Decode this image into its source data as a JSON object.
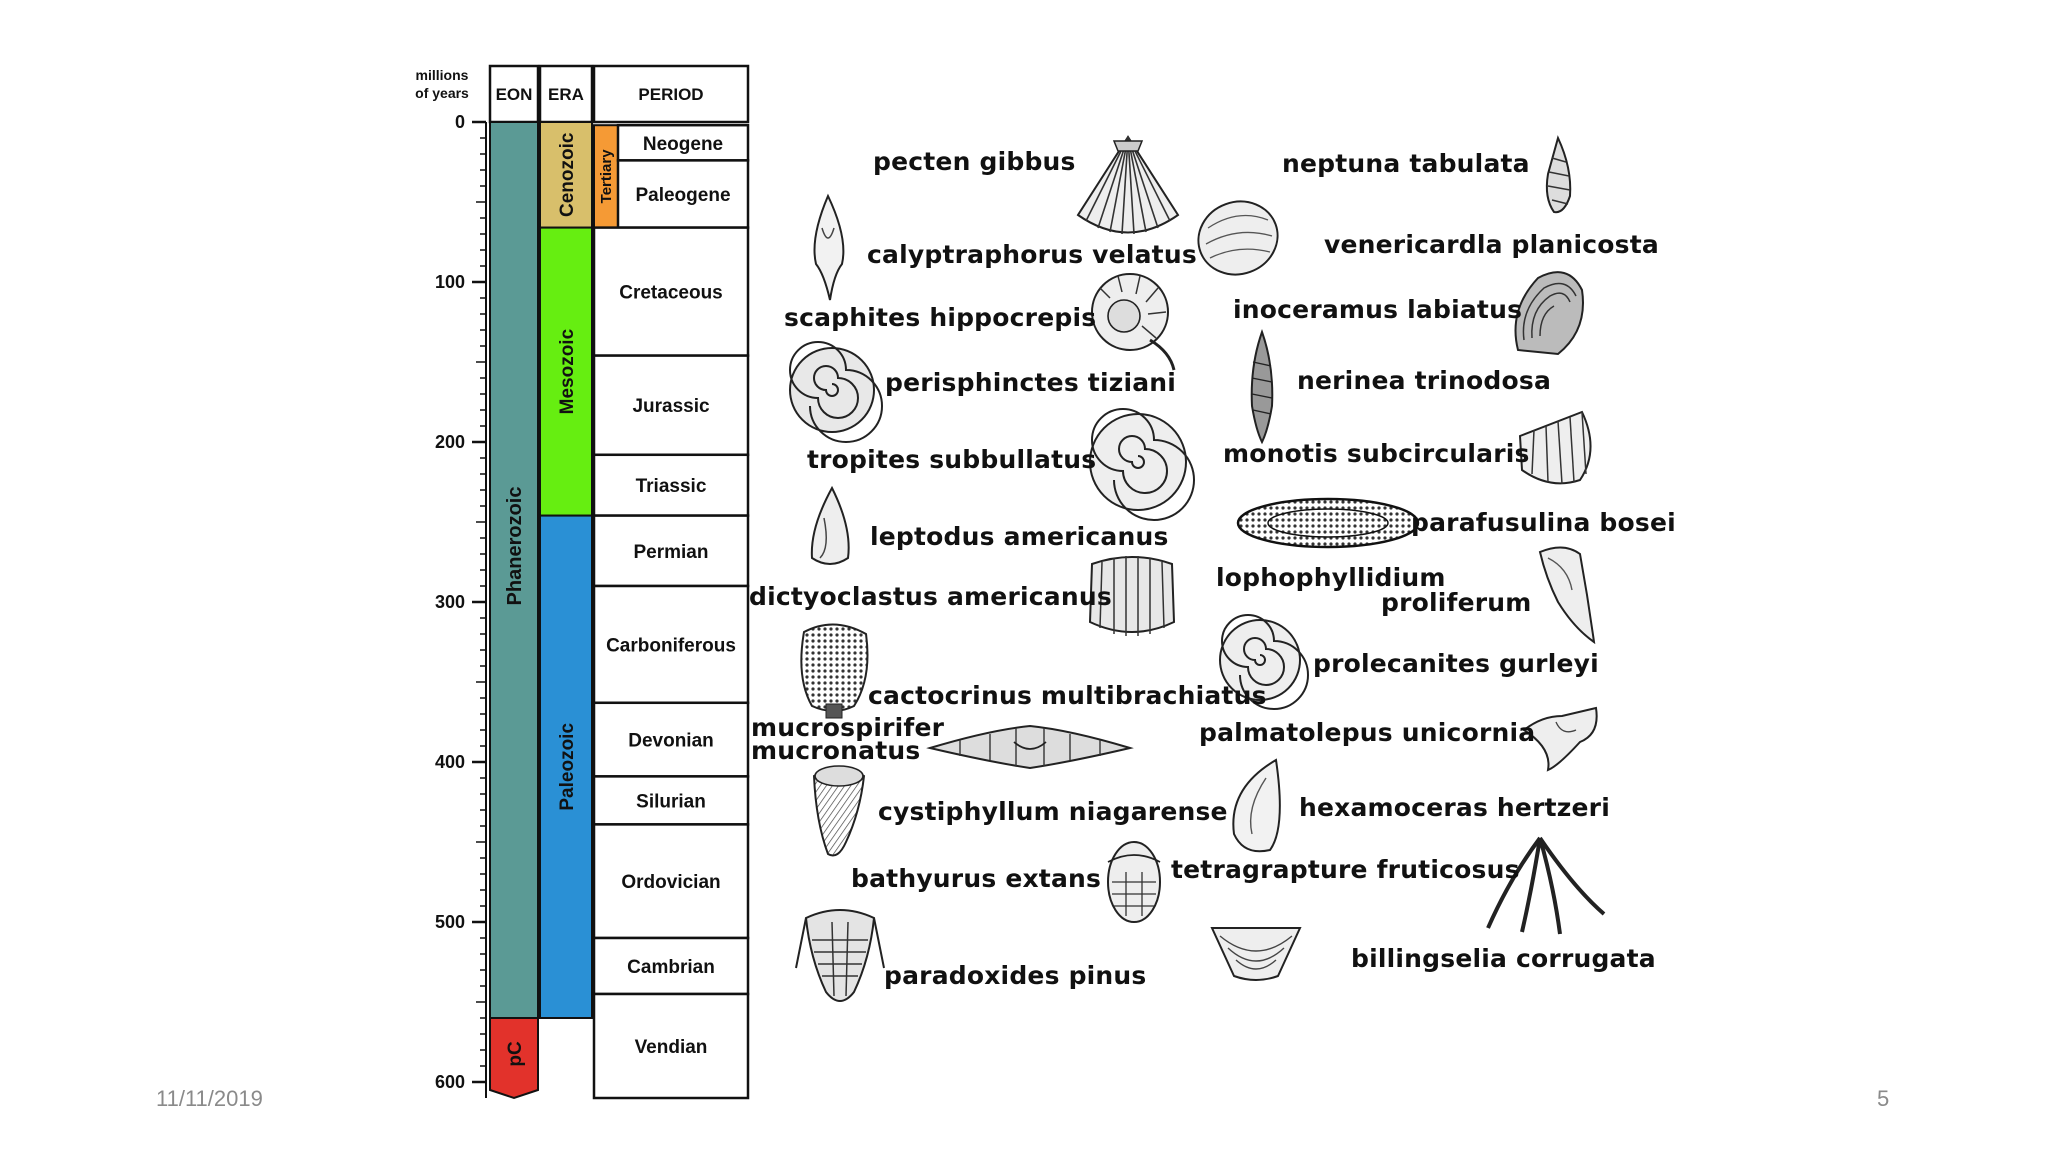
{
  "slide": {
    "date": "11/11/2019",
    "page_number": "5"
  },
  "timescale": {
    "header": {
      "years": [
        "millions",
        "of years"
      ],
      "eon": "EON",
      "era": "ERA",
      "period": "PERIOD"
    },
    "ticks": [
      {
        "value": 0,
        "label": "0"
      },
      {
        "value": 100,
        "label": "100"
      },
      {
        "value": 200,
        "label": "200"
      },
      {
        "value": 300,
        "label": "300"
      },
      {
        "value": 400,
        "label": "400"
      },
      {
        "value": 500,
        "label": "500"
      },
      {
        "value": 600,
        "label": "600"
      }
    ],
    "eons": [
      {
        "name": "Phanerozoic",
        "start": 0,
        "end": 560,
        "color": "#5b9a95"
      },
      {
        "name": "pC",
        "start": 560,
        "end": 605,
        "color": "#e2322b"
      }
    ],
    "eras": [
      {
        "name": "Cenozoic",
        "start": 0,
        "end": 66,
        "color": "#d8bf6b"
      },
      {
        "name": "Mesozoic",
        "start": 66,
        "end": 246,
        "color": "#66ee11"
      },
      {
        "name": "Paleozoic",
        "start": 246,
        "end": 560,
        "color": "#2a90d5"
      }
    ],
    "subperiod": {
      "name": "Tertiary",
      "start": 2,
      "end": 66,
      "color": "#f59a35"
    },
    "periods": [
      {
        "name": "Neogene",
        "start": 2,
        "end": 24
      },
      {
        "name": "Paleogene",
        "start": 24,
        "end": 66
      },
      {
        "name": "Cretaceous",
        "start": 66,
        "end": 146
      },
      {
        "name": "Jurassic",
        "start": 146,
        "end": 208
      },
      {
        "name": "Triassic",
        "start": 208,
        "end": 246
      },
      {
        "name": "Permian",
        "start": 246,
        "end": 290
      },
      {
        "name": "Carboniferous",
        "start": 290,
        "end": 363
      },
      {
        "name": "Devonian",
        "start": 363,
        "end": 409
      },
      {
        "name": "Silurian",
        "start": 409,
        "end": 439
      },
      {
        "name": "Ordovician",
        "start": 439,
        "end": 510
      },
      {
        "name": "Cambrian",
        "start": 510,
        "end": 545
      },
      {
        "name": "Vendian",
        "start": 545,
        "end": 610
      }
    ]
  },
  "fossils": [
    {
      "id": "pecten",
      "name": "pecten gibbus",
      "icon": "scallop-shell"
    },
    {
      "id": "neptuna",
      "name": "neptuna tabulata",
      "icon": "spiral-snail-shell"
    },
    {
      "id": "calyptraphorus",
      "name": "calyptraphorus velatus",
      "icon": "spindle-shell"
    },
    {
      "id": "venericardia",
      "name": "venericardla planicosta",
      "icon": "clam-shell"
    },
    {
      "id": "scaphites",
      "name": "scaphites hippocrepis",
      "icon": "hooked-ammonite"
    },
    {
      "id": "inoceramus",
      "name": "inoceramus labiatus",
      "icon": "oyster-shell"
    },
    {
      "id": "perisphinctes",
      "name": "perisphinctes tiziani",
      "icon": "ammonite"
    },
    {
      "id": "nerinea",
      "name": "nerinea trinodosa",
      "icon": "long-spire-shell"
    },
    {
      "id": "tropites",
      "name": "tropites subbullatus",
      "icon": "ammonite"
    },
    {
      "id": "monotis",
      "name": "monotis subcircularis",
      "icon": "ribbed-bivalve"
    },
    {
      "id": "leptodus",
      "name": "leptodus americanus",
      "icon": "brachiopod"
    },
    {
      "id": "parafusulina",
      "name": "parafusulina bosei",
      "icon": "fusulinid"
    },
    {
      "id": "dictyoclastus",
      "name": "dictyoclastus americanus",
      "icon": "ribbed-brachiopod"
    },
    {
      "id": "lophophyllidium",
      "name_lines": [
        "lophophyllidium",
        "proliferum"
      ],
      "icon": "horn-coral"
    },
    {
      "id": "cactocrinus",
      "name": "cactocrinus multibrachiatus",
      "icon": "crinoid-calyx"
    },
    {
      "id": "prolecanites",
      "name": "prolecanites gurleyi",
      "icon": "ammonite"
    },
    {
      "id": "mucrospirifer",
      "name_lines": [
        "mucrospirifer",
        "mucronatus"
      ],
      "icon": "winged-brachiopod"
    },
    {
      "id": "palmatolepus",
      "name": "palmatolepus unicornia",
      "icon": "conodont"
    },
    {
      "id": "cystiphyllum",
      "name": "cystiphyllum niagarense",
      "icon": "horn-coral"
    },
    {
      "id": "hexamoceras",
      "name": "hexamoceras hertzeri",
      "icon": "curved-cephalopod"
    },
    {
      "id": "bathyurus",
      "name": "bathyurus extans",
      "icon": "small-trilobite"
    },
    {
      "id": "tetragrapture",
      "name": "tetragrapture fruticosus",
      "icon": "graptolite"
    },
    {
      "id": "billingselia",
      "name": "billingselia corrugata",
      "icon": "brachiopod-fan"
    },
    {
      "id": "paradoxides",
      "name": "paradoxides pinus",
      "icon": "trilobite"
    }
  ]
}
